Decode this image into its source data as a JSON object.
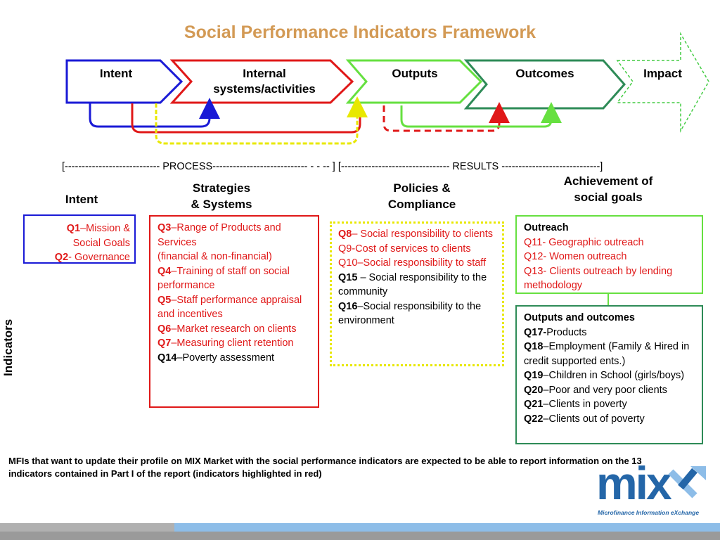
{
  "title": "Social Performance Indicators Framework",
  "stages": [
    {
      "id": "intent",
      "lines": [
        "Intent"
      ],
      "color": "#1a1ad6"
    },
    {
      "id": "internal",
      "lines": [
        "Internal",
        "systems/activities"
      ],
      "color": "#e01818"
    },
    {
      "id": "outputs",
      "lines": [
        "Outputs"
      ],
      "color": "#66e040"
    },
    {
      "id": "outcomes",
      "lines": [
        "Outcomes"
      ],
      "color": "#2e8b57"
    },
    {
      "id": "impact",
      "lines": [
        "Impact"
      ],
      "color": "#44cc44"
    }
  ],
  "range_line": "[---------------------------- PROCESS---------------------------- - - -- ] [-------------------------------- RESULTS -----------------------------]",
  "columns": {
    "intent": "Intent",
    "strategies": [
      "Strategies",
      "& Systems"
    ],
    "policies": [
      "Policies &",
      "Compliance"
    ],
    "achievement": [
      "Achievement of",
      "social goals"
    ]
  },
  "indicators_label": "Indicators",
  "boxes": {
    "intent": [
      {
        "code": "Q1",
        "text": "–Mission &",
        "red": true
      },
      {
        "code": "",
        "text": "Social Goals",
        "red": true
      },
      {
        "code": "Q2",
        "text": "- Governance",
        "red": true
      }
    ],
    "strategies": [
      {
        "code": "Q3",
        "text": "–Range of Products and Services",
        "red": true
      },
      {
        "code": "",
        "text": "(financial & non-financial)",
        "red": true
      },
      {
        "code": "Q4",
        "text": "–Training of staff on social    performance",
        "red": true
      },
      {
        "code": "Q5",
        "text": "–Staff performance appraisal and incentives",
        "red": true
      },
      {
        "code": "Q6",
        "text": "–Market research on clients",
        "red": true
      },
      {
        "code": "Q7",
        "text": "–Measuring client retention",
        "red": true
      },
      {
        "code": "Q14",
        "text": "–Poverty assessment",
        "red": false
      }
    ],
    "policies": [
      {
        "code": "Q8",
        "text": "– Social responsibility to clients",
        "red": true
      },
      {
        "code": "",
        "text": "Q9-Cost of services to clients",
        "red": true
      },
      {
        "code": "",
        "text": "Q10–Social responsibility to staff",
        "red": true
      },
      {
        "code": "Q15",
        "text": " – Social responsibility to the community",
        "red": false
      },
      {
        "code": "Q16",
        "text": "–Social responsibility to the environment",
        "red": false
      }
    ],
    "outreach": {
      "heading": "Outreach",
      "items": [
        {
          "code": "",
          "text": "Q11- Geographic outreach",
          "red": true
        },
        {
          "code": "",
          "text": "Q12- Women outreach",
          "red": true
        },
        {
          "code": "",
          "text": "Q13- Clients outreach by lending methodology",
          "red": true
        }
      ]
    },
    "outputs": {
      "heading": "Outputs and outcomes",
      "items": [
        {
          "code": "Q17-",
          "text": "Products",
          "red": false
        },
        {
          "code": "Q18",
          "text": "–Employment (Family & Hired in credit supported ents.)",
          "red": false
        },
        {
          "code": "Q19",
          "text": "–Children in School (girls/boys)",
          "red": false
        },
        {
          "code": "Q20",
          "text": "–Poor and very poor clients",
          "red": false
        },
        {
          "code": "Q21",
          "text": "–Clients in poverty",
          "red": false
        },
        {
          "code": "Q22",
          "text": "–Clients out of poverty",
          "red": false
        }
      ]
    }
  },
  "footer_note": "MFIs that want to update their profile on MIX Market with the social performance indicators are expected to be able to report information on the 13 indicators contained in Part I of the report (indicators highlighted in red)",
  "logo": {
    "text": "mix",
    "tagline": "Microfinance Information eXchange",
    "color": "#2466a8"
  }
}
